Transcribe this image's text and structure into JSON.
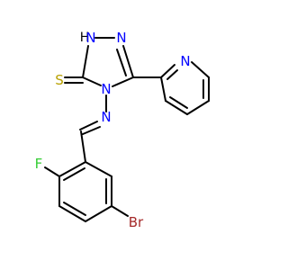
{
  "atoms": {
    "N1_H": {
      "text": "H",
      "color": "#000000"
    },
    "N1": {
      "text": "N",
      "color": "#0000ff"
    },
    "N2": {
      "text": "N",
      "color": "#0000ff"
    },
    "N4": {
      "text": "N",
      "color": "#0000ff"
    },
    "S": {
      "text": "S",
      "color": "#b8a000"
    },
    "N_imine": {
      "text": "N",
      "color": "#0000ff"
    },
    "N_pyridine": {
      "text": "N",
      "color": "#0000ff"
    },
    "F": {
      "text": "F",
      "color": "#33cc33"
    },
    "Br": {
      "text": "Br",
      "color": "#a52a2a"
    }
  },
  "bond_color": "#000000"
}
